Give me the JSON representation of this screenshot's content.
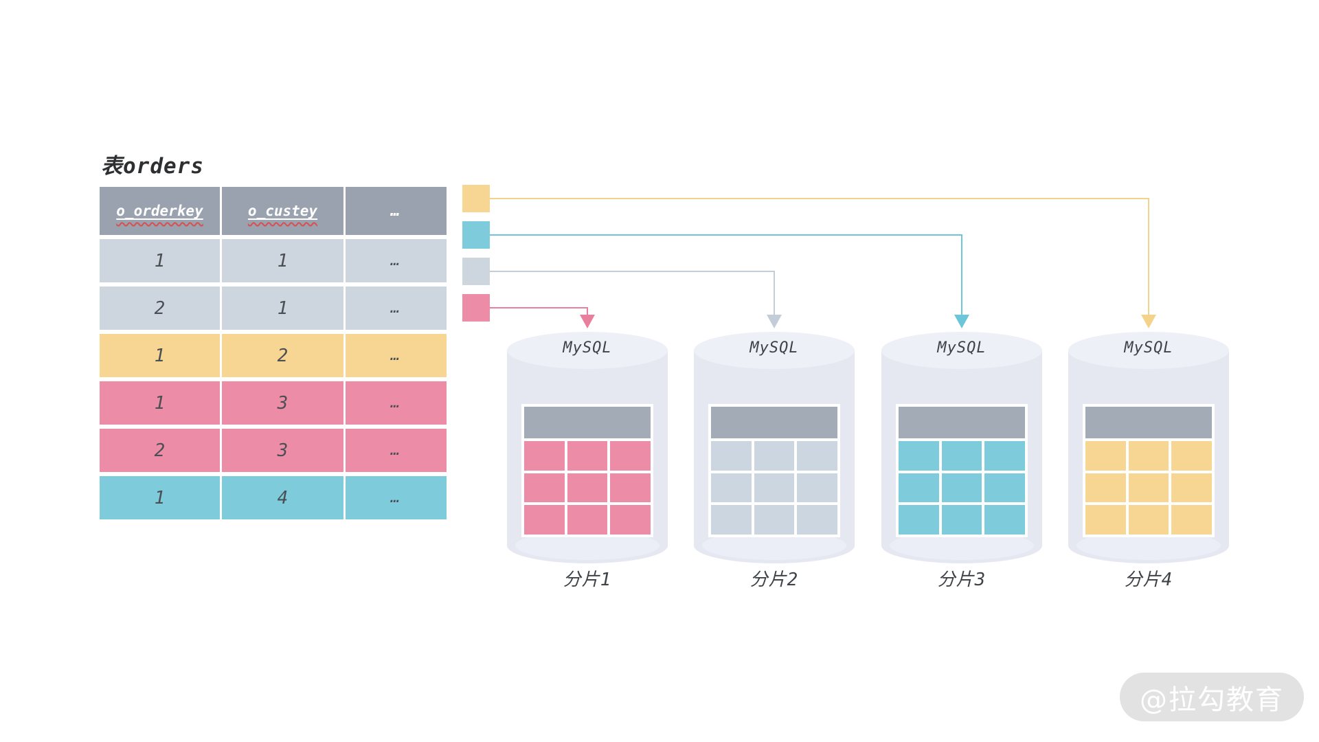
{
  "title": "表orders",
  "colors": {
    "table_header": "#99a2ae",
    "mini_table_header": "#a2abb6",
    "cylinder_body": "#e5e8f1",
    "cylinder_bottom": "#ebeef6",
    "cylinder_top": "#eef0f7",
    "yellow": "#f7d693",
    "cyan": "#7ecbdc",
    "gray_blue": "#cdd6df",
    "pink": "#ec8ca6"
  },
  "table": {
    "headers": [
      "o_orderkey",
      "o_custey",
      "…"
    ],
    "rows": [
      {
        "values": [
          "1",
          "1",
          "…"
        ],
        "color": "#cdd6df"
      },
      {
        "values": [
          "2",
          "1",
          "…"
        ],
        "color": "#cdd6df"
      },
      {
        "values": [
          "1",
          "2",
          "…"
        ],
        "color": "#f7d693"
      },
      {
        "values": [
          "1",
          "3",
          "…"
        ],
        "color": "#ec8ca6"
      },
      {
        "values": [
          "2",
          "3",
          "…"
        ],
        "color": "#ec8ca6"
      },
      {
        "values": [
          "1",
          "4",
          "…"
        ],
        "color": "#7ecbdc"
      }
    ]
  },
  "connectors": [
    {
      "color": "#f3d28a",
      "swatch": "#f7d693",
      "target": "分片4"
    },
    {
      "color": "#6cc5d8",
      "swatch": "#7ecbdc",
      "target": "分片3"
    },
    {
      "color": "#c3cdd8",
      "swatch": "#cdd6df",
      "target": "分片2"
    },
    {
      "color": "#e87f9d",
      "swatch": "#ec8ca6",
      "target": "分片1"
    }
  ],
  "shards": [
    {
      "db_label": "MySQL",
      "name": "分片1",
      "cell_color": "#ec8ca6"
    },
    {
      "db_label": "MySQL",
      "name": "分片2",
      "cell_color": "#ccd6e1"
    },
    {
      "db_label": "MySQL",
      "name": "分片3",
      "cell_color": "#7ecbdc"
    },
    {
      "db_label": "MySQL",
      "name": "分片4",
      "cell_color": "#f7d693"
    }
  ],
  "watermark": "@拉勾教育"
}
